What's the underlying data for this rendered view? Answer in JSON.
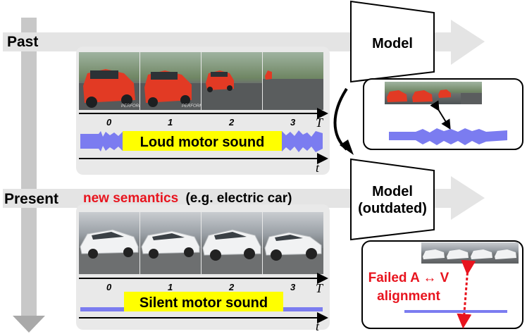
{
  "past": {
    "label": "Past",
    "frame_indices": [
      "0",
      "1",
      "2",
      "3"
    ],
    "frame_axis_label": "T",
    "time_axis_label": "t",
    "audio_caption": "Loud motor sound",
    "frame_watermark": "PERFORMAN"
  },
  "present": {
    "label": "Present",
    "semantics_highlight": "new semantics",
    "semantics_rest": "(e.g. electric car)",
    "frame_indices": [
      "0",
      "1",
      "2",
      "3"
    ],
    "frame_axis_label": "T",
    "time_axis_label": "t",
    "audio_caption": "Silent motor sound"
  },
  "model_past": {
    "label": "Model"
  },
  "model_present": {
    "line1": "Model",
    "line2": "(outdated)"
  },
  "result_present": {
    "failed_line1": "Failed A ↔ V",
    "failed_line2": "alignment"
  },
  "colors": {
    "highlight_red": "#e8141e",
    "caption_yellow": "#ffff00",
    "waveform_blue": "#7b7cf0",
    "arrow_gray": "#e0e0e0",
    "panel_gray": "#e9e9e9"
  }
}
